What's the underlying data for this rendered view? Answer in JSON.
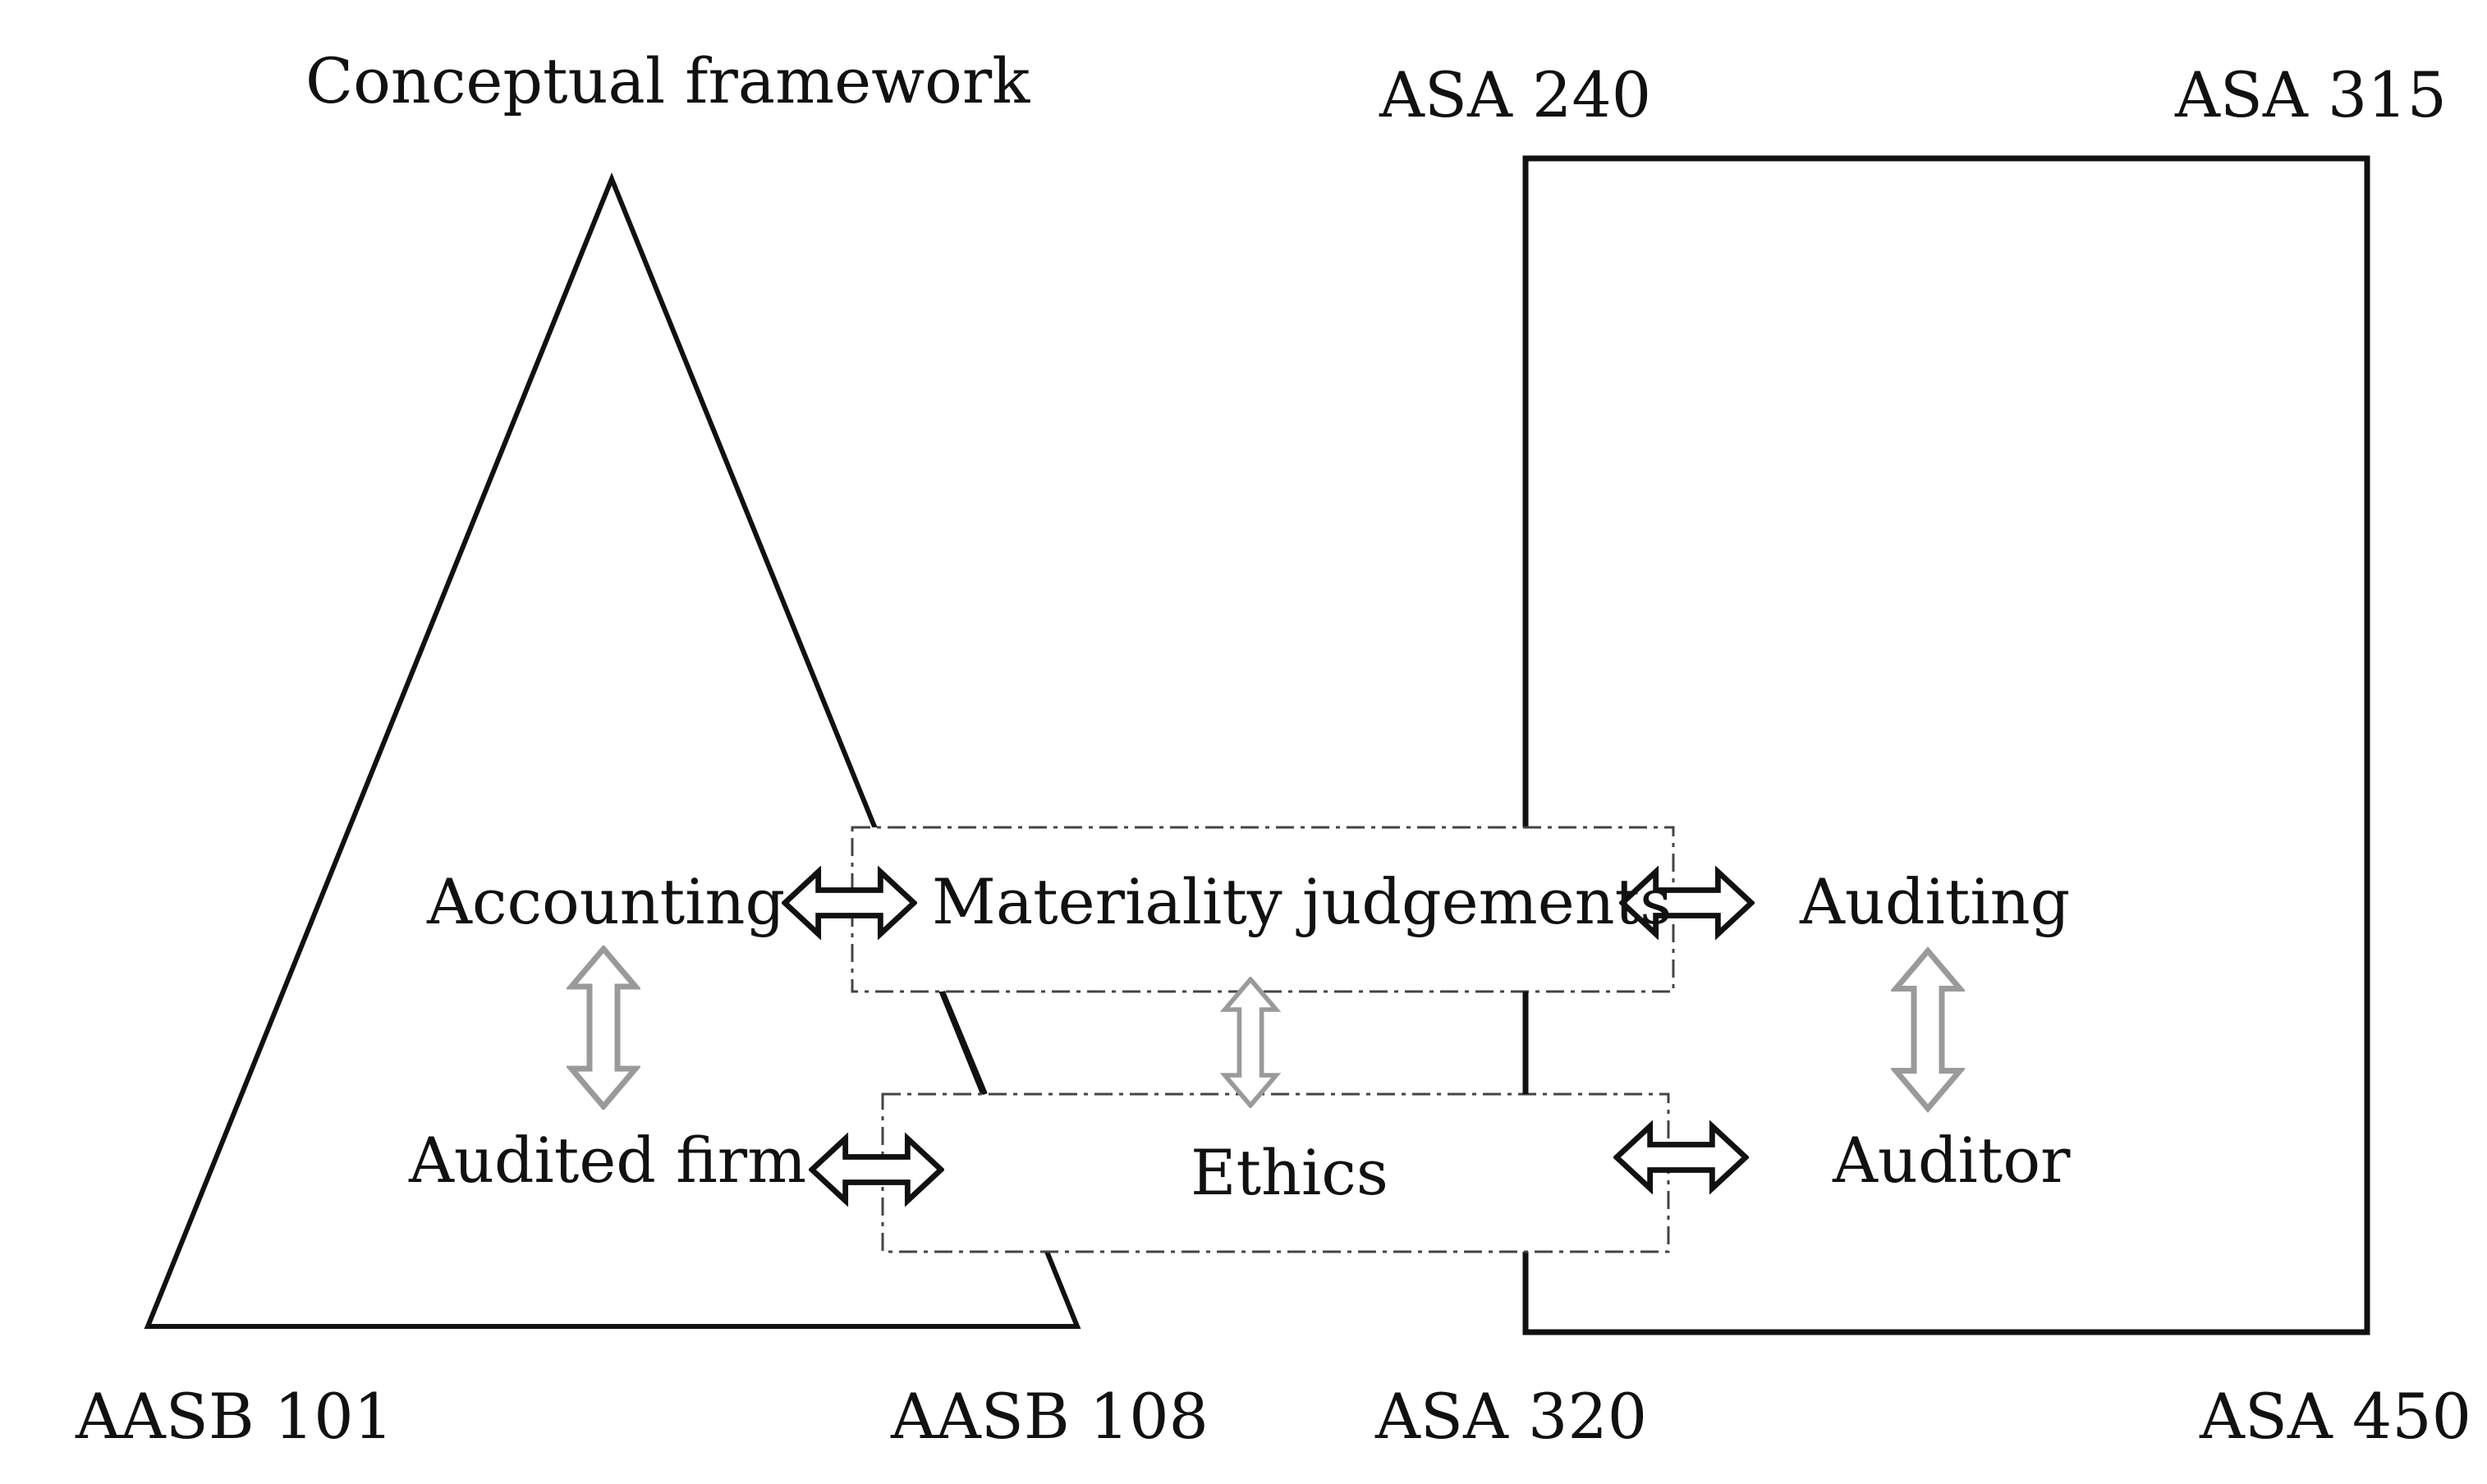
{
  "title": "Conceptual framework",
  "corner_labels": {
    "top_left_box": "ASA 240",
    "top_right_box": "ASA 315",
    "bottom_left_triangle": "AASB 101",
    "bottom_right_triangle": "AASB 108",
    "bottom_left_box": "ASA 320",
    "bottom_right_box": "ASA 450"
  },
  "nodes": {
    "accounting": "Accounting",
    "materiality": "Materiality judgements",
    "auditing": "Auditing",
    "audited_firm": "Audited firm",
    "ethics": "Ethics",
    "auditor": "Auditor"
  },
  "colors": {
    "line": "#111111",
    "grey_arrow": "#9a9a9a",
    "dashed_box": "#444444"
  }
}
